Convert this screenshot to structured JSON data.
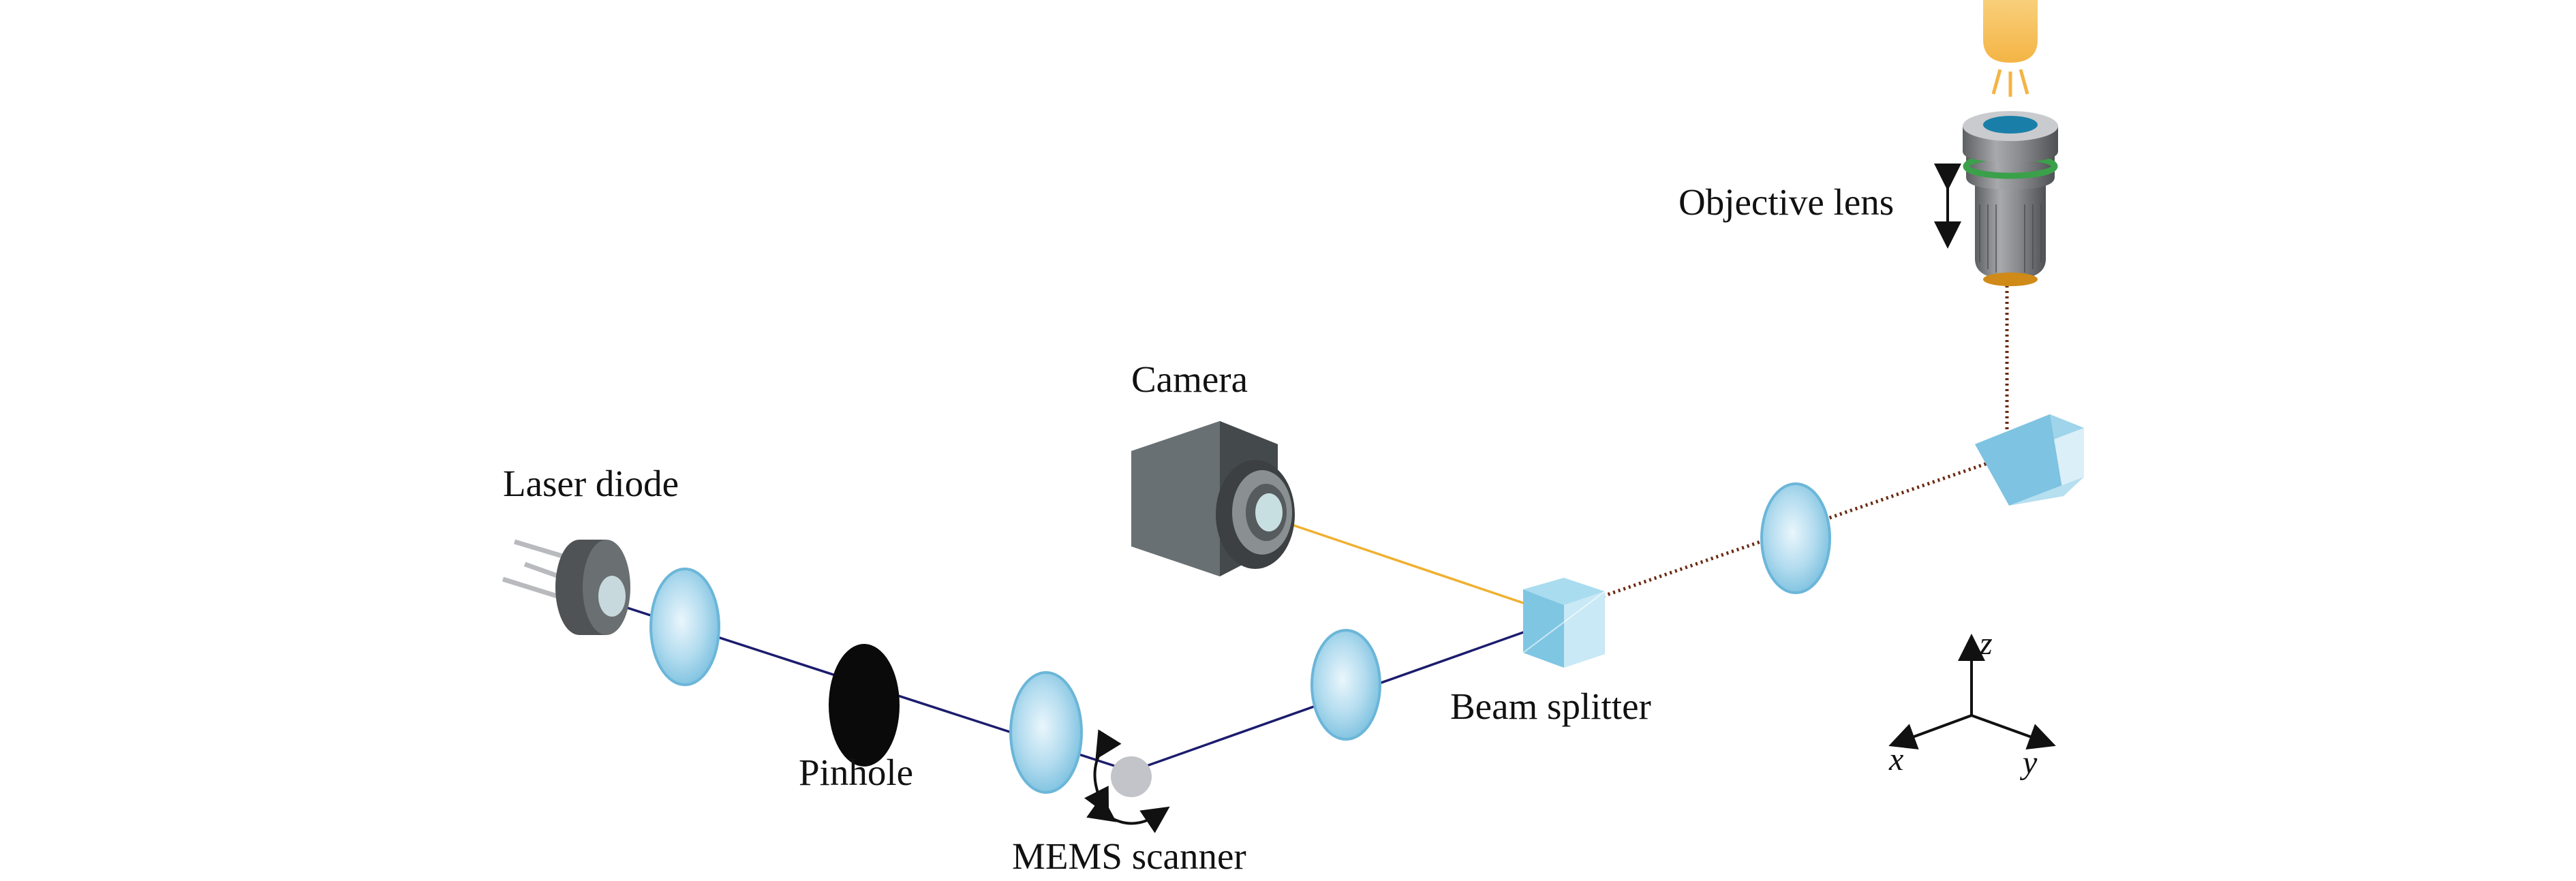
{
  "labels": {
    "objective_lens": "Objective lens",
    "camera": "Camera",
    "laser_diode": "Laser diode",
    "pinhole": "Pinhole",
    "mems_scanner": "MEMS scanner",
    "beam_splitter": "Beam splitter"
  },
  "axes": {
    "x": "x",
    "y": "y",
    "z": "z"
  },
  "colors": {
    "laser_beam": "#1c1c6e",
    "camera_beam": "#f0b030",
    "return_beam": "#6b2a12",
    "lens_glass": "#8fcbe6",
    "light_source": "#f7c35f",
    "objective_cap": "#1a7fa8",
    "objective_ring": "#3aa14a",
    "objective_base": "#d08a18"
  },
  "icons": [
    "laser-diode-icon",
    "camera-icon",
    "objective-lens-icon",
    "beam-splitter-icon",
    "prism-mirror-icon",
    "mems-scanner-icon",
    "light-source-icon"
  ]
}
